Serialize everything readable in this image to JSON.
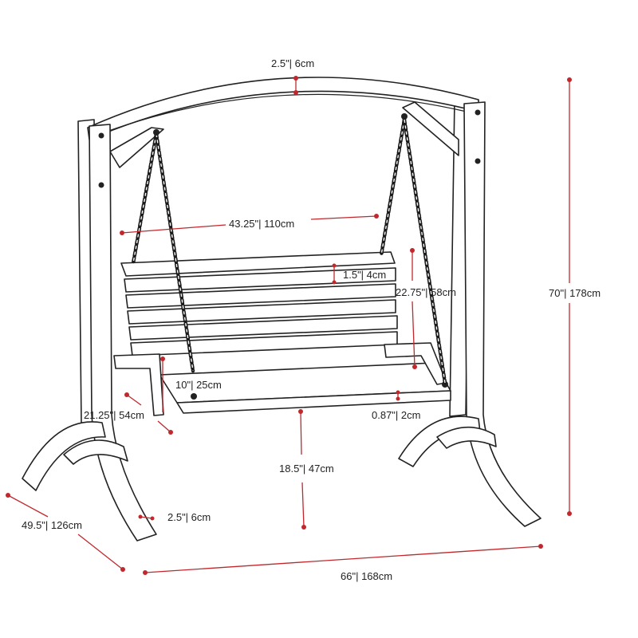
{
  "colors": {
    "dimension": "#c0282d",
    "outline": "#222222",
    "chain": "#1a1a1a",
    "background": "#ffffff"
  },
  "dimensions": {
    "beam_thickness": "2.5\"| 6cm",
    "seat_width": "43.25\"| 110cm",
    "slat_height": "1.5\"| 4cm",
    "backrest_height": "22.75\"| 58cm",
    "frame_height": "70\"| 178cm",
    "armrest_height": "10\"| 25cm",
    "seat_depth": "21.25\"| 54cm",
    "seat_thickness": "0.87\"| 2cm",
    "ground_clearance": "18.5\"| 47cm",
    "leg_thickness": "2.5\"| 6cm",
    "frame_depth": "49.5\"| 126cm",
    "frame_width": "66\"| 168cm"
  }
}
